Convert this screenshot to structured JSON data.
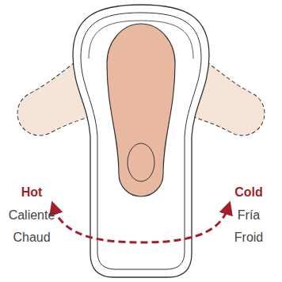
{
  "diagram": {
    "labels": [
      "Hot",
      "Caliente",
      "Chaud",
      "Cold",
      "Fría",
      "Froid"
    ]
  }
}
